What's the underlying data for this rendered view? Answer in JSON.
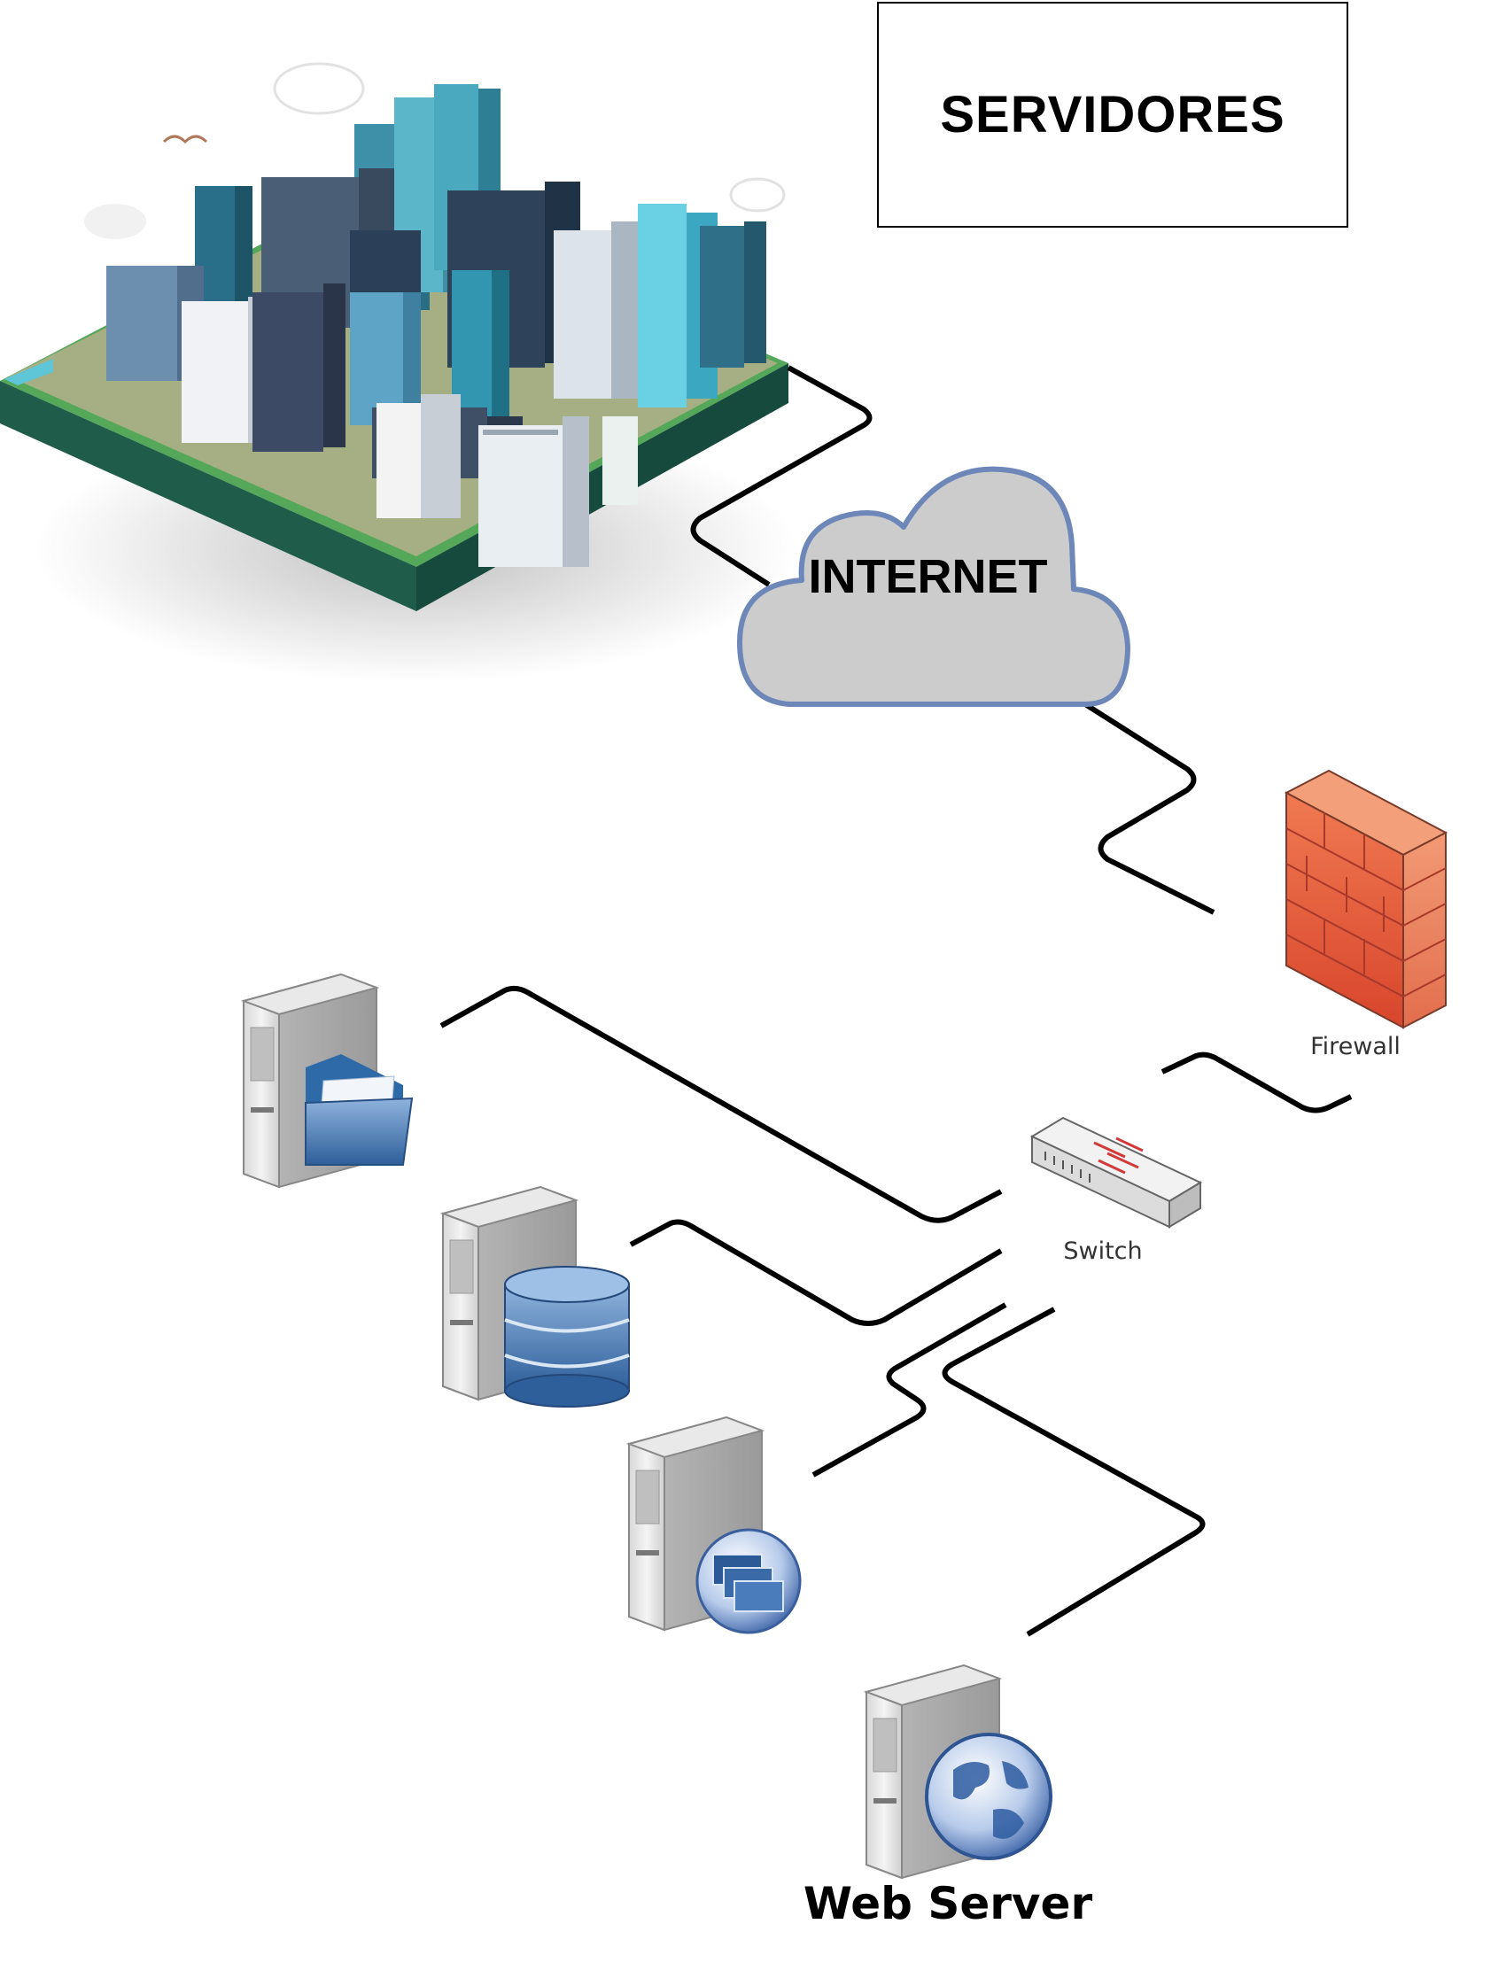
{
  "title_box": {
    "text": "SERVIDORES"
  },
  "cloud": {
    "label": "INTERNET",
    "fill": "#cccccc",
    "stroke": "#6d87b8"
  },
  "firewall": {
    "label": "Firewall",
    "color": "#e8553a"
  },
  "switch": {
    "label": "Switch"
  },
  "servers": [
    {
      "id": "file-server",
      "badge": "folder"
    },
    {
      "id": "database-server",
      "badge": "database"
    },
    {
      "id": "application-server",
      "badge": "windows"
    },
    {
      "id": "web-server",
      "badge": "globe",
      "label": "Web Server"
    }
  ],
  "icons": [
    "city-block-icon",
    "cloud-icon",
    "firewall-icon",
    "switch-icon",
    "server-folder-icon",
    "server-database-icon",
    "server-windows-icon",
    "server-globe-icon"
  ]
}
